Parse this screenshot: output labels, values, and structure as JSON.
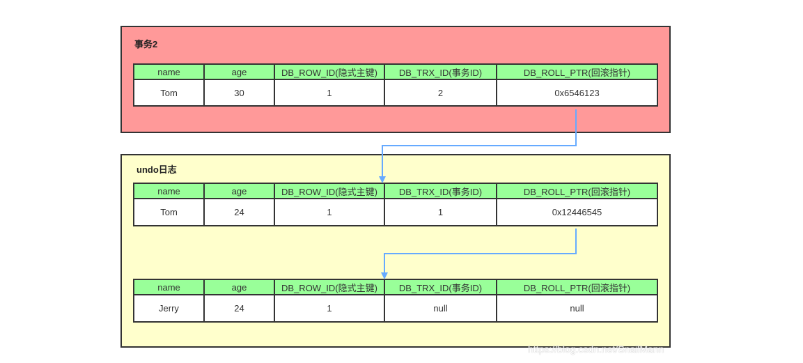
{
  "transaction2": {
    "title": "事务2",
    "columns": [
      "name",
      "age",
      "DB_ROW_ID(隐式主键)",
      "DB_TRX_ID(事务ID)",
      "DB_ROLL_PTR(回滚指针)"
    ],
    "row": [
      "Tom",
      "30",
      "1",
      "2",
      "0x6546123"
    ],
    "color": "#ff9999"
  },
  "undo_log": {
    "title": "undo日志",
    "color": "#ffffcc",
    "records": [
      {
        "columns": [
          "name",
          "age",
          "DB_ROW_ID(隐式主键)",
          "DB_TRX_ID(事务ID)",
          "DB_ROLL_PTR(回滚指针)"
        ],
        "row": [
          "Tom",
          "24",
          "1",
          "1",
          "0x12446545"
        ]
      },
      {
        "columns": [
          "name",
          "age",
          "DB_ROW_ID(隐式主键)",
          "DB_TRX_ID(事务ID)",
          "DB_ROLL_PTR(回滚指针)"
        ],
        "row": [
          "Jerry",
          "24",
          "1",
          "null",
          "null"
        ]
      }
    ]
  },
  "colors": {
    "header_fill": "#99ff99",
    "border": "#333333",
    "arrow": "#66aaff"
  },
  "watermark": "https://blog.csdn.net/SnailMann"
}
